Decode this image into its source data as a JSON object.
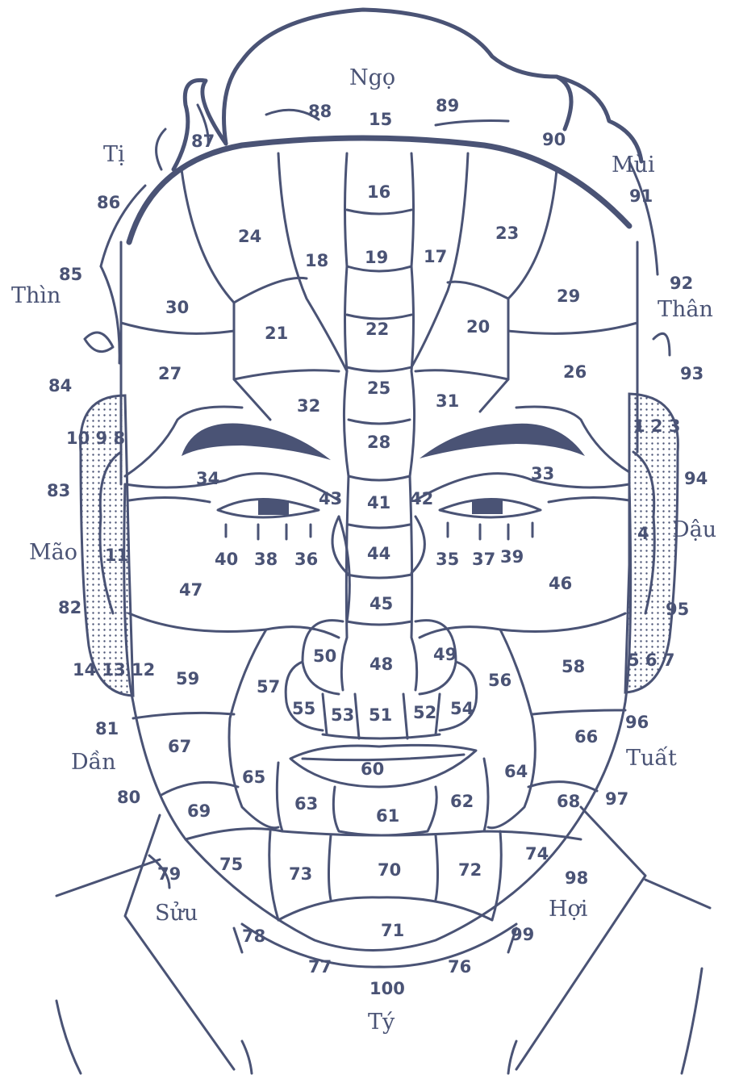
{
  "zones": {
    "ngo": "Ngọ",
    "ti": "Tị",
    "mui": "Mùi",
    "thin": "Thìn",
    "than": "Thân",
    "mao": "Mão",
    "dau": "Dậu",
    "dan": "Dần",
    "tuat": "Tuất",
    "suu": "Sửu",
    "hoi": "Hợi",
    "ty": "Tý"
  },
  "regions": {
    "r15": "15",
    "r16": "16",
    "r17": "17",
    "r18": "18",
    "r19": "19",
    "r20": "20",
    "r21": "21",
    "r22": "22",
    "r23": "23",
    "r24": "24",
    "r25": "25",
    "r26": "26",
    "r27": "27",
    "r28": "28",
    "r29": "29",
    "r30": "30",
    "r31": "31",
    "r32": "32",
    "r33": "33",
    "r34": "34",
    "r35": "35",
    "r36": "36",
    "r37": "37",
    "r38": "38",
    "r39": "39",
    "r40": "40",
    "r41": "41",
    "r42": "42",
    "r43": "43",
    "r44": "44",
    "r45": "45",
    "r46": "46",
    "r47": "47",
    "r48": "48",
    "r49": "49",
    "r50": "50",
    "r51": "51",
    "r52": "52",
    "r53": "53",
    "r54": "54",
    "r55": "55",
    "r56": "56",
    "r57": "57",
    "r58": "58",
    "r59": "59",
    "r60": "60",
    "r61": "61",
    "r62": "62",
    "r63": "63",
    "r64": "64",
    "r65": "65",
    "r66": "66",
    "r67": "67",
    "r68": "68",
    "r69": "69",
    "r70": "70",
    "r71": "71",
    "r72": "72",
    "r73": "73",
    "r74": "74",
    "r75": "75",
    "r76": "76",
    "r77": "77",
    "r78": "78",
    "r79": "79",
    "r80": "80",
    "r81": "81",
    "r82": "82",
    "r83": "83",
    "r84": "84",
    "r85": "85",
    "r86": "86",
    "r87": "87",
    "r88": "88",
    "r89": "89",
    "r90": "90",
    "r91": "91",
    "r92": "92",
    "r93": "93",
    "r94": "94",
    "r95": "95",
    "r96": "96",
    "r97": "97",
    "r98": "98",
    "r99": "99",
    "r100": "100",
    "left_ear_top": "10 9 8",
    "right_ear_top": "1 2 3",
    "left_ear_mid": "11",
    "right_ear_mid": "4",
    "left_ear_bottom": "14 13 12",
    "right_ear_bottom": "5 6 7"
  }
}
